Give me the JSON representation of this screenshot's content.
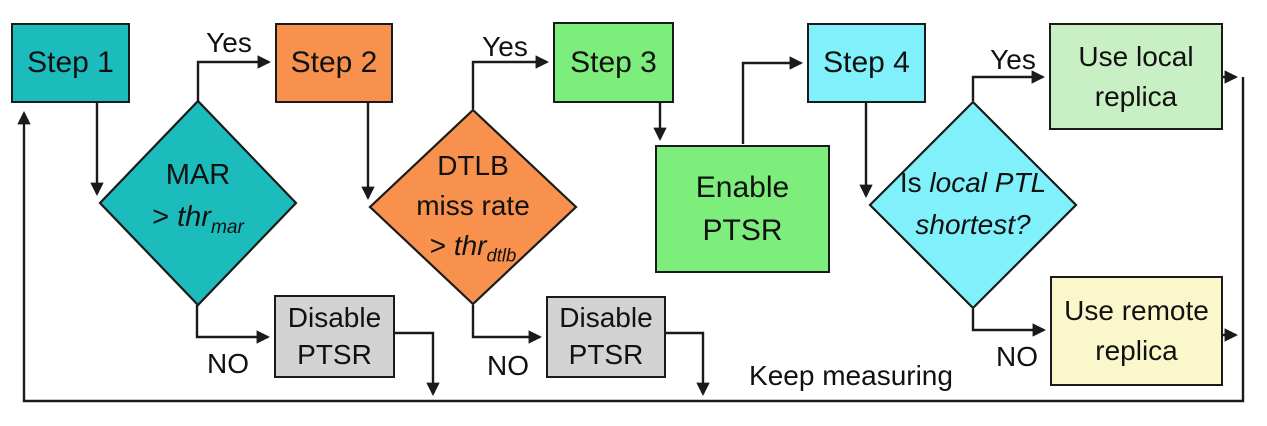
{
  "nodes": {
    "step1": {
      "label": "Step 1",
      "fill": "#1cbcbd"
    },
    "step2": {
      "label": "Step 2",
      "fill": "#f7914d"
    },
    "step3": {
      "label": "Step 3",
      "fill": "#7dee7c"
    },
    "step4": {
      "label": "Step 4",
      "fill": "#80f1fb"
    },
    "enable_ptsr": {
      "lines": [
        "Enable",
        "PTSR"
      ],
      "fill": "#7dee7c"
    },
    "disable_ptsr_1": {
      "lines": [
        "Disable",
        "PTSR"
      ],
      "fill": "#d3d3d3"
    },
    "disable_ptsr_2": {
      "lines": [
        "Disable",
        "PTSR"
      ],
      "fill": "#d3d3d3"
    },
    "use_local_replica": {
      "lines": [
        "Use local",
        "replica"
      ],
      "fill": "#c9f0c5"
    },
    "use_remote_replica": {
      "lines": [
        "Use remote",
        "replica"
      ],
      "fill": "#faf8cb"
    }
  },
  "decisions": {
    "mar": {
      "line1": "MAR",
      "operator": ">",
      "threshold": "thr",
      "subscript": "mar",
      "fill": "#1cbcbd"
    },
    "dtlb": {
      "line1": "DTLB",
      "line2": "miss rate",
      "operator": ">",
      "threshold": "thr",
      "subscript": "dtlb",
      "fill": "#f7914d"
    },
    "local_ptl": {
      "line1_regular": "Is",
      "line1_italic": "local PTL",
      "line2_italic": "shortest?",
      "fill": "#80f1fb"
    }
  },
  "edge_labels": {
    "yes1": "Yes",
    "yes2": "Yes",
    "yes3": "Yes",
    "no1": "NO",
    "no2": "NO",
    "no3": "NO",
    "keep_measuring": "Keep measuring"
  },
  "colors": {
    "line": "#1a1a1a",
    "teal": "#1cbcbd",
    "orange": "#f7914d",
    "green": "#7dee7c",
    "cyan": "#80f1fb",
    "light_green": "#c9f0c5",
    "light_yellow": "#faf8cb",
    "gray": "#d3d3d3"
  }
}
